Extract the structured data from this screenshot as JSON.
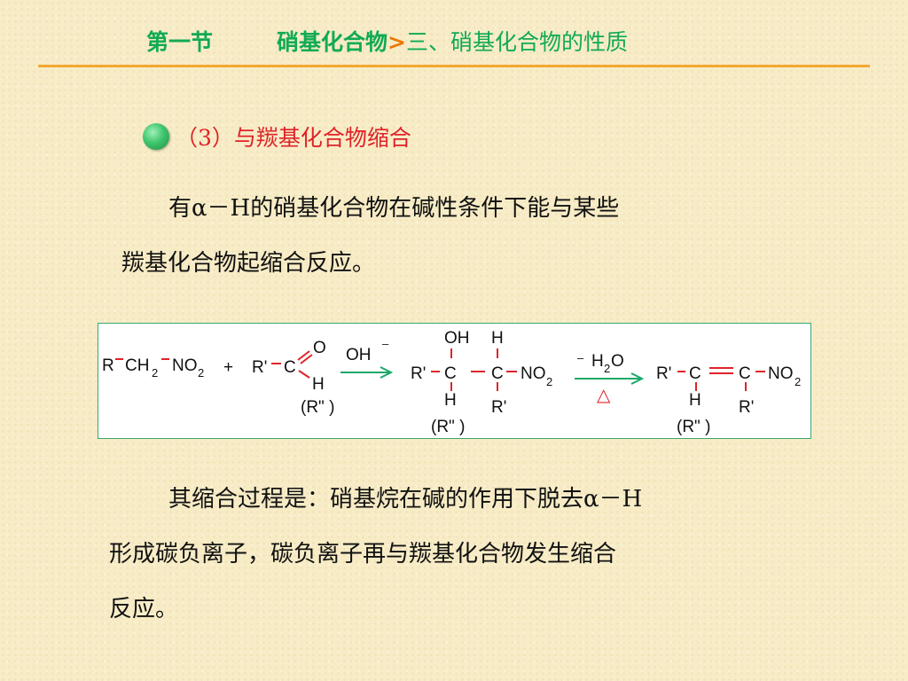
{
  "header": {
    "section": "第一节",
    "chapter": "硝基化合物",
    "arrow": ">",
    "subsection": "三、硝基化合物的性质"
  },
  "subtitle": "（3）与羰基化合物缩合",
  "paragraph1": {
    "line1": "有α－H的硝基化合物在碱性条件下能与某些",
    "line2": "羰基化合物起缩合反应。"
  },
  "reaction": {
    "reactant1": {
      "r": "R",
      "ch": "CH",
      "sub2": "2",
      "no": "NO",
      "no_sub": "2"
    },
    "plus": "+",
    "reactant2": {
      "rp": "R'",
      "c": "C",
      "o": "O",
      "h": "H",
      "alt": "(R\" )"
    },
    "reagent1": {
      "label": "OH",
      "charge": "–"
    },
    "intermediate": {
      "oh": "OH",
      "h_top": "H",
      "rp": "R'",
      "c1": "C",
      "c2": "C",
      "no": "NO",
      "no_sub": "2",
      "h_bottom": "H",
      "rp_bottom": "R'",
      "alt": "(R\" )"
    },
    "reagent2": {
      "minus": "–",
      "h": "H",
      "sub2": "2",
      "o": "O",
      "heat": "△"
    },
    "product": {
      "rp": "R'",
      "c1": "C",
      "c2": "C",
      "no": "NO",
      "no_sub": "2",
      "h_bottom": "H",
      "rp_bottom": "R'",
      "alt": "(R\" )"
    },
    "colors": {
      "bond": "#e0232a",
      "arrow": "#1aa86a",
      "text": "#111111"
    }
  },
  "paragraph2": {
    "line1": "其缩合过程是：硝基烷在碱的作用下脱去α－H",
    "line2": "形成碳负离子，碳负离子再与羰基化合物发生缩合",
    "line3": "反应。"
  }
}
